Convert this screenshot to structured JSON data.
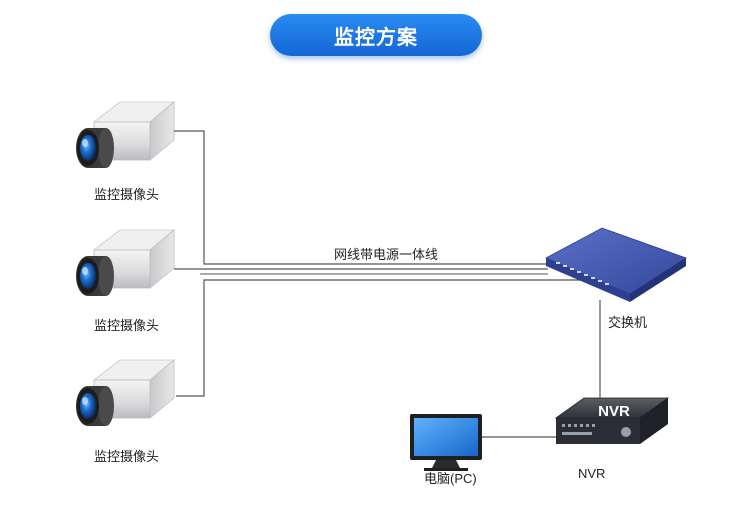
{
  "title": "监控方案",
  "cameras": [
    {
      "label": "监控摄像头"
    },
    {
      "label": "监控摄像头"
    },
    {
      "label": "监控摄像头"
    }
  ],
  "cable_label": "网线带电源一体线",
  "switch": {
    "label": "交换机"
  },
  "nvr": {
    "label": "NVR",
    "badge": "NVR"
  },
  "pc": {
    "label": "电脑(PC)"
  },
  "colors": {
    "title_blue": "#1a7ae8",
    "switch_blue": "#3a4fa6",
    "line_gray": "#555555",
    "lens_blue": "#1e6fd0",
    "screen_blue": "#2b8fe8"
  }
}
